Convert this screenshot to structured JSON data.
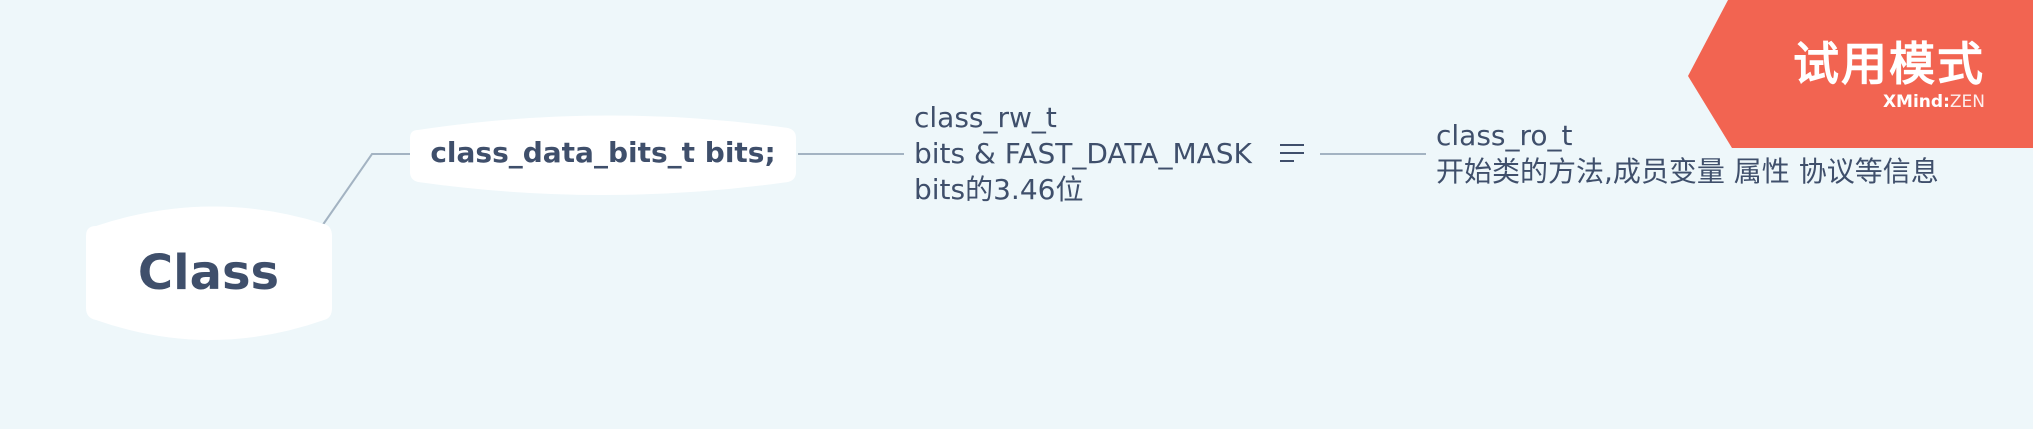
{
  "root": {
    "label": "Class"
  },
  "branch": {
    "label": "class_data_bits_t bits;"
  },
  "rw_node": {
    "lines": [
      "class_rw_t",
      "bits & FAST_DATA_MASK",
      "bits的3.46位"
    ]
  },
  "ro_node": {
    "lines": [
      "class_ro_t",
      "开始类的方法,成员变量 属性 协议等信息"
    ]
  },
  "notes_icon": "notes-icon",
  "watermark": {
    "title": "试用模式",
    "brand": "XMind",
    "separator": ":",
    "edition": "ZEN"
  },
  "colors": {
    "background": "#eef7fa",
    "node_fill": "#ffffff",
    "text": "#3f4f6b",
    "connector": "#a3b3c2",
    "watermark": "#f26451"
  }
}
